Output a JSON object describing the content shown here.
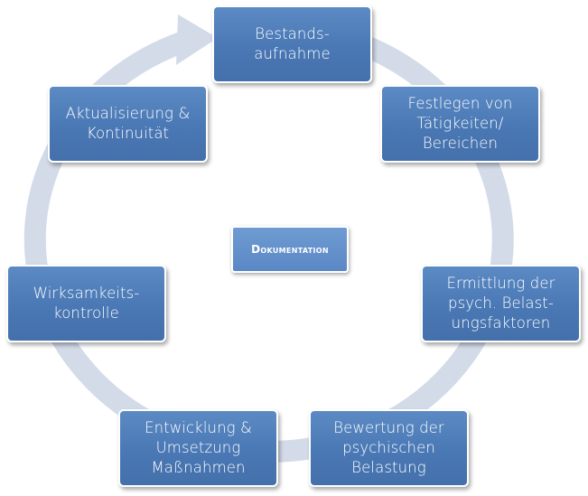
{
  "diagram": {
    "colors": {
      "node_fill": "#4a78b4",
      "node_border": "#ffffff",
      "ring": "#d3dbe9",
      "center_fill": "#5a88c5",
      "text": "#ffffff"
    },
    "center": {
      "label": "Dokumentation"
    },
    "steps": [
      {
        "label": "Bestands-\naufnahme"
      },
      {
        "label": "Festlegen von\nTätigkeiten/\nBereichen"
      },
      {
        "label": "Ermittlung der\npsych. Belast-\nungsfaktoren"
      },
      {
        "label": "Bewertung der\npsychischen\nBelastung"
      },
      {
        "label": "Entwicklung &\nUmsetzung\nMaßnahmen"
      },
      {
        "label": "Wirksamkeits-\nkontrolle"
      },
      {
        "label": "Aktualisierung &\nKontinuität"
      }
    ]
  }
}
